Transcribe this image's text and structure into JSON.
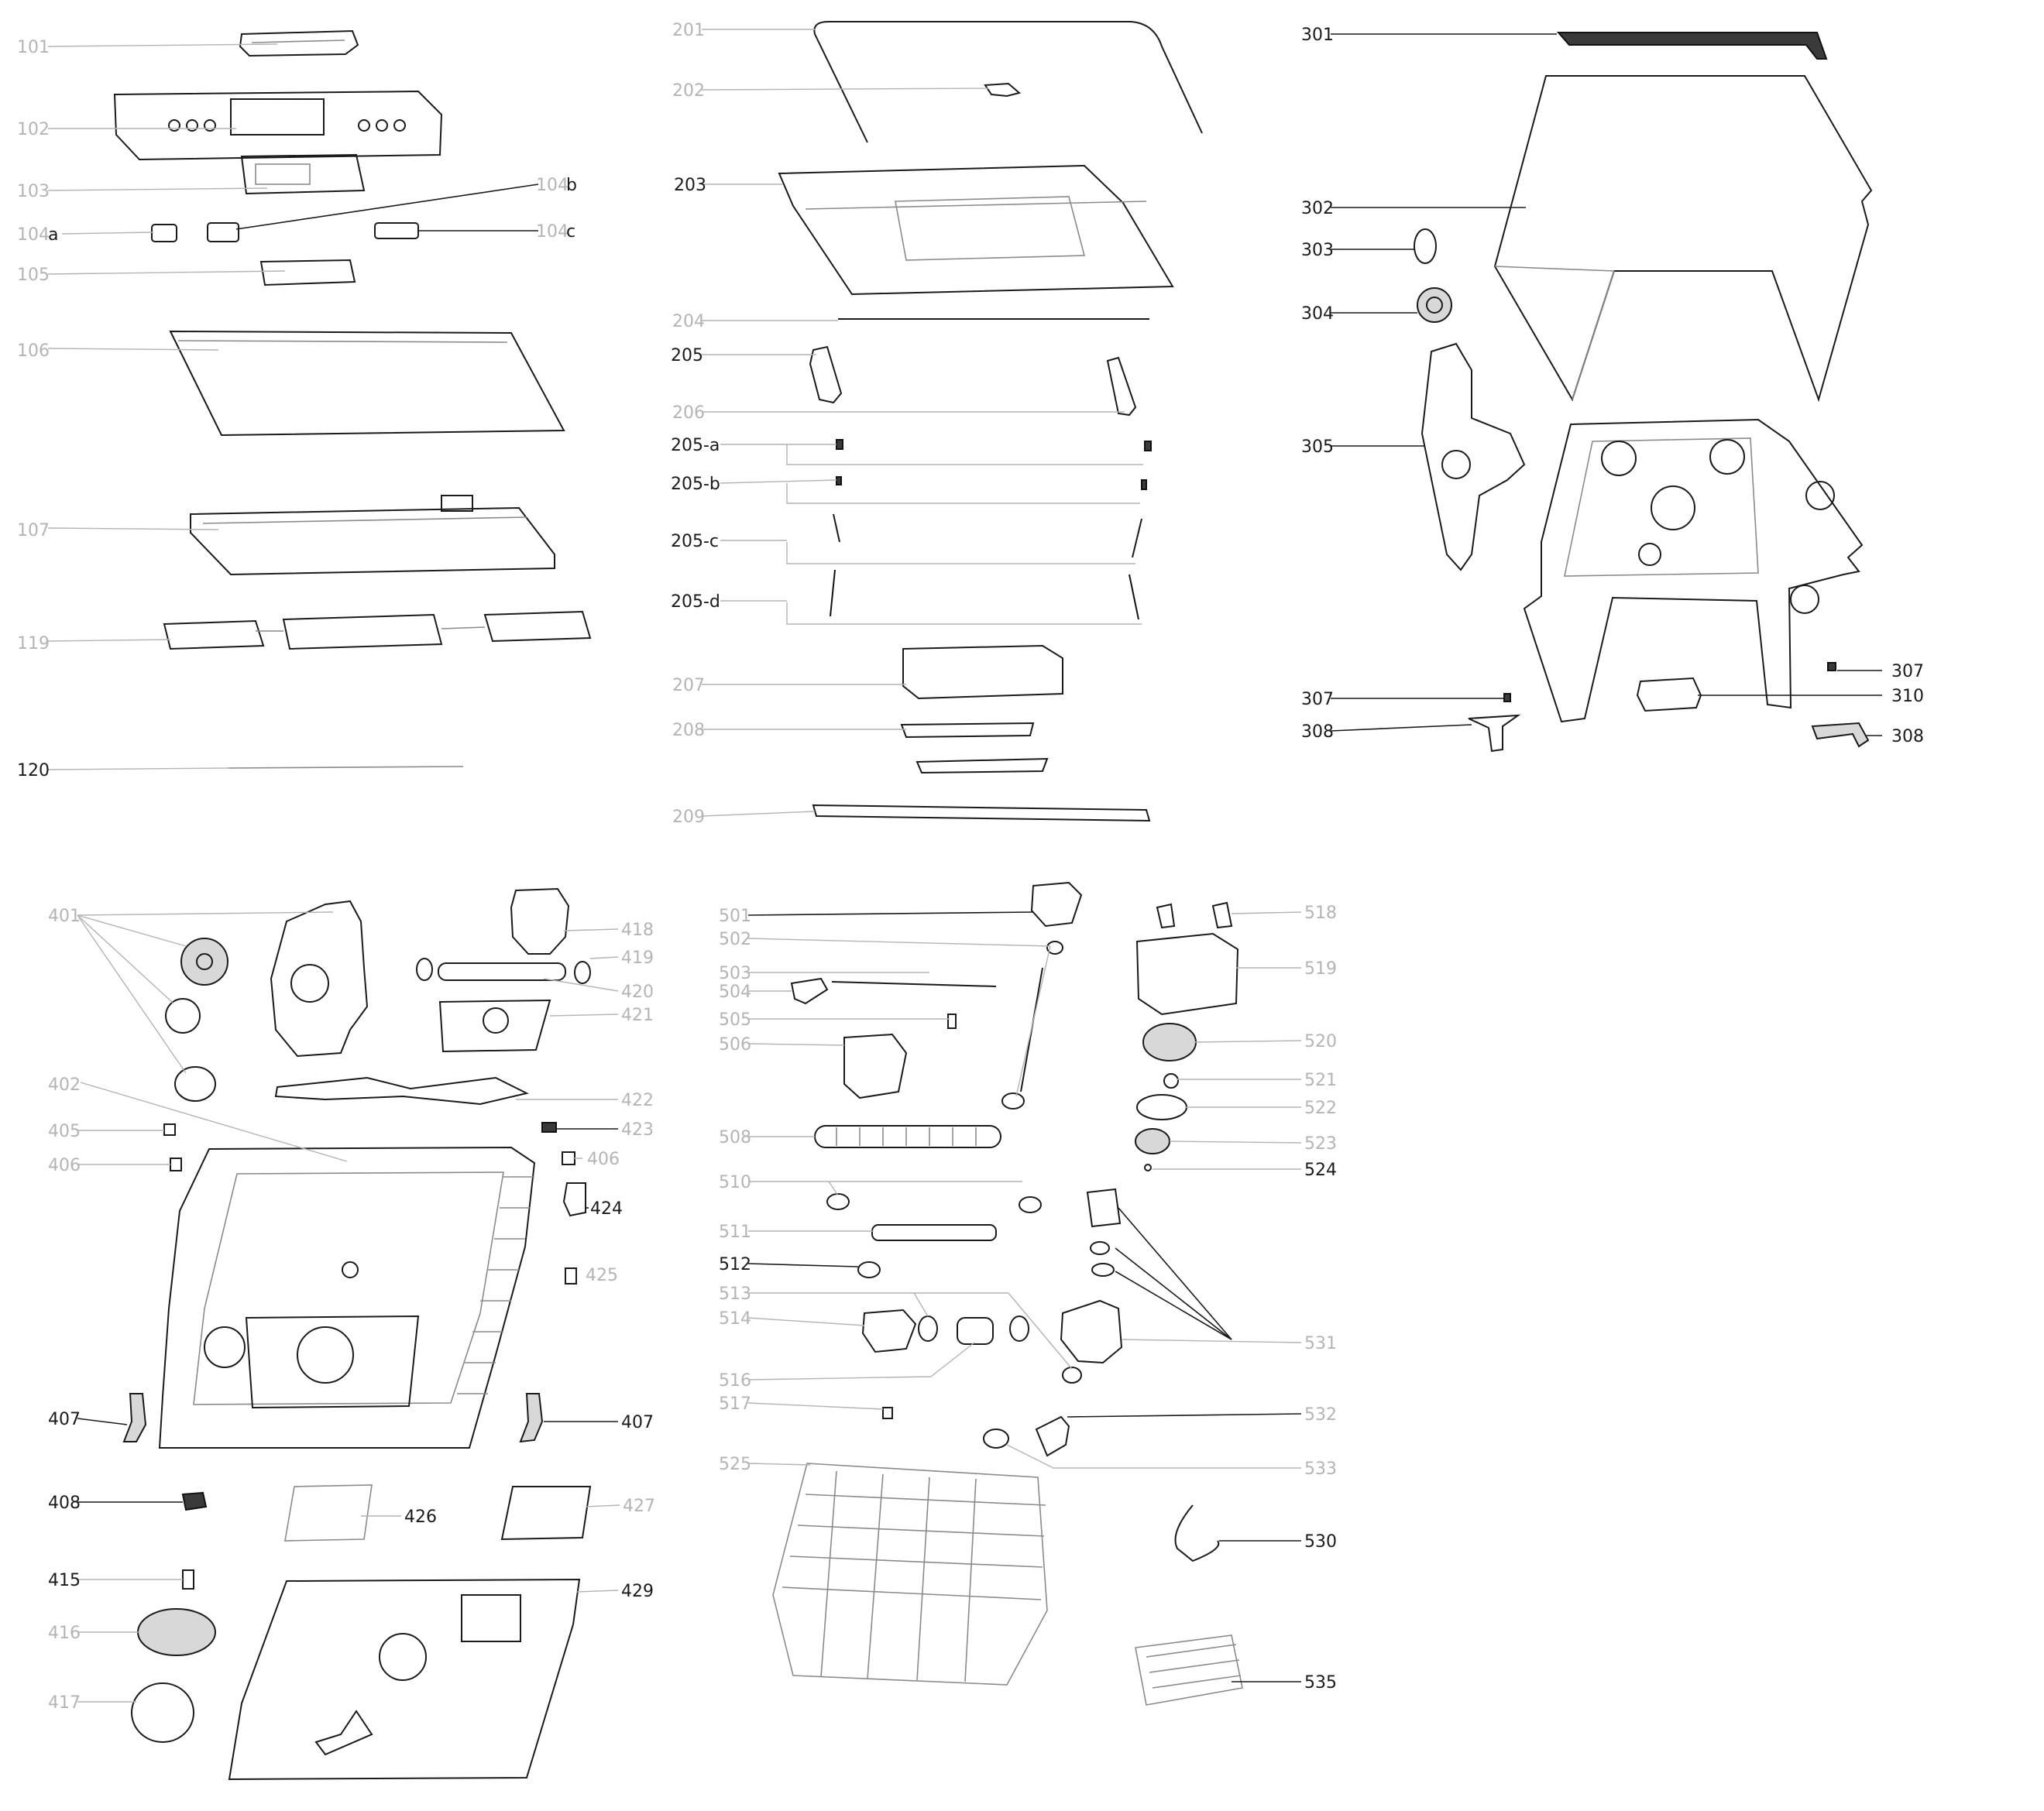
{
  "labels": {
    "p101": "101",
    "p102": "102",
    "p103": "103",
    "p104": "104",
    "p104a_suffix": "a",
    "p104b": "104",
    "p104b_suffix": "b",
    "p104c": "104",
    "p104c_suffix": "c",
    "p105": "105",
    "p106": "106",
    "p107": "107",
    "p119": "119",
    "p120": "120",
    "p201": "201",
    "p202": "202",
    "p203": "203",
    "p204": "204",
    "p205": "205",
    "p206": "206",
    "p205a": "205-a",
    "p205b": "205-b",
    "p205c": "205-c",
    "p205d": "205-d",
    "p207": "207",
    "p208": "208",
    "p209": "209",
    "p301": "301",
    "p302": "302",
    "p303": "303",
    "p304": "304",
    "p305": "305",
    "p307a": "307",
    "p307b": "307",
    "p308a": "308",
    "p308b": "308",
    "p310": "310",
    "p401": "401",
    "p402": "402",
    "p405": "405",
    "p406a": "406",
    "p406b": "406",
    "p407a": "407",
    "p407b": "407",
    "p408": "408",
    "p415": "415",
    "p416": "416",
    "p417": "417",
    "p418": "418",
    "p419": "419",
    "p420": "420",
    "p421": "421",
    "p422": "422",
    "p423": "423",
    "p424": "424",
    "p425": "425",
    "p426": "426",
    "p427": "427",
    "p429": "429",
    "p501": "501",
    "p502": "502",
    "p503": "503",
    "p504": "504",
    "p505": "505",
    "p506": "506",
    "p508": "508",
    "p510": "510",
    "p511": "511",
    "p512": "512",
    "p513": "513",
    "p514": "514",
    "p516": "516",
    "p517": "517",
    "p518": "518",
    "p519": "519",
    "p520": "520",
    "p521": "521",
    "p522": "522",
    "p523": "523",
    "p524": "524",
    "p525": "525",
    "p530": "530",
    "p531": "531",
    "p532": "532",
    "p533": "533",
    "p535": "535"
  }
}
